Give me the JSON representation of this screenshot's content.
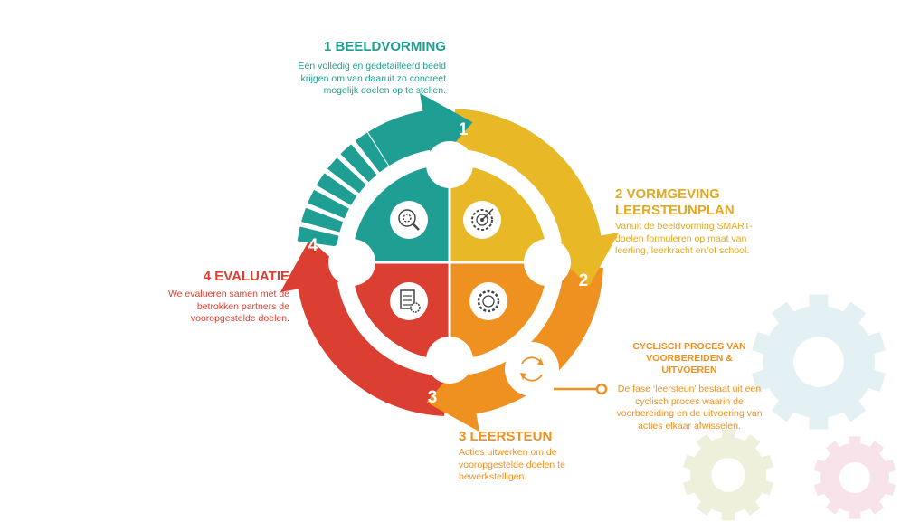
{
  "colors": {
    "teal": "#1f9e94",
    "yellow": "#e8b826",
    "orange": "#ef9121",
    "red": "#da3f31",
    "gear_blue": "#e3f1f4",
    "gear_olive": "#eef0dc",
    "gear_pink": "#f8e3ea"
  },
  "steps": [
    {
      "number": "1",
      "title": "1 BEELDVORMING",
      "description": [
        "Een volledig en gedetailleerd beeld",
        "krijgen om van daaruit zo concreet",
        "mogelijk doelen op te stellen."
      ],
      "icon": "magnifier-gear-icon"
    },
    {
      "number": "2",
      "title": [
        "2 VORMGEVING",
        "LEERSTEUNPLAN"
      ],
      "description": [
        "Vanuit de beeldvorming SMART-",
        "doelen formuleren op maat van",
        "leerling, leerkracht en/of school."
      ],
      "icon": "target-gear-icon"
    },
    {
      "number": "3",
      "title": "3 LEERSTEUN",
      "description": [
        "Acties uitwerken om de",
        "vooropgestelde doelen te",
        "bewerkstelligen."
      ],
      "icon": "gear-cycle-icon"
    },
    {
      "number": "4",
      "title": "4 EVALUATIE",
      "description": [
        "We evalueren samen met de",
        "betrokken partners de",
        "vooropgestelde doelen."
      ],
      "icon": "checklist-gear-icon"
    }
  ],
  "callout": {
    "title": [
      "CYCLISCH PROCES VAN",
      "VOORBEREIDEN &",
      "UITVOEREN"
    ],
    "description": [
      "De fase ‘leersteun’ bestaat uit een",
      "cyclisch proces waarin de",
      "voorbereiding en de uitvoering van",
      "acties elkaar afwisselen."
    ]
  }
}
